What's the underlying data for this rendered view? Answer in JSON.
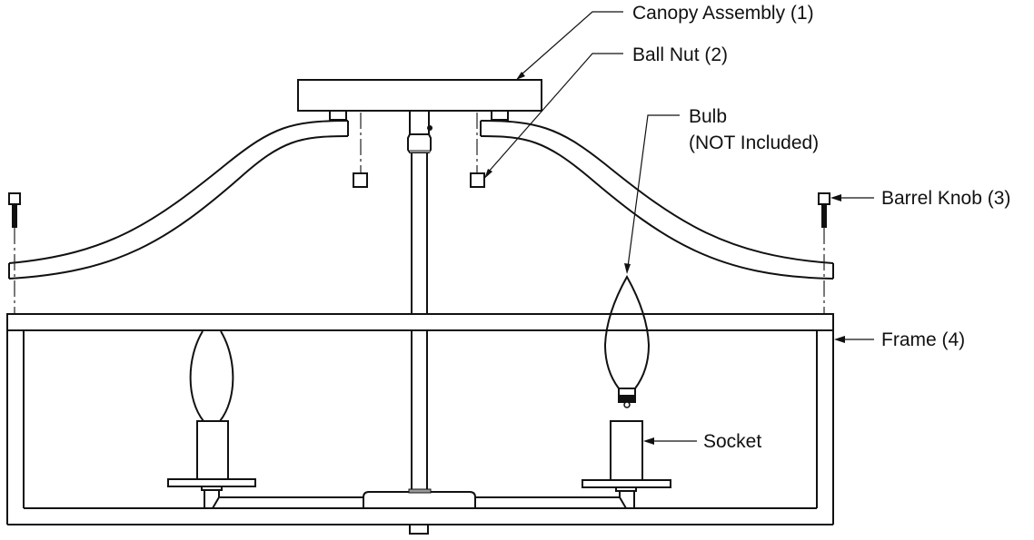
{
  "diagram": {
    "type": "exploded-assembly-drawing",
    "subject": "semi-flush ceiling light fixture",
    "labels": {
      "canopy": "Canopy Assembly (1)",
      "ball_nut": "Ball Nut (2)",
      "bulb_line1": "Bulb",
      "bulb_line2": "(NOT Included)",
      "barrel_knob": "Barrel Knob (3)",
      "frame": "Frame (4)",
      "socket": "Socket"
    },
    "parts": [
      {
        "id": "canopy",
        "name": "Canopy Assembly",
        "number": 1
      },
      {
        "id": "ball_nut",
        "name": "Ball Nut",
        "number": 2
      },
      {
        "id": "barrel_knob",
        "name": "Barrel Knob",
        "number": 3
      },
      {
        "id": "frame",
        "name": "Frame",
        "number": 4
      },
      {
        "id": "bulb",
        "name": "Bulb",
        "note": "NOT Included"
      },
      {
        "id": "socket",
        "name": "Socket"
      }
    ],
    "colors": {
      "line": "#111111",
      "background": "#ffffff"
    }
  }
}
